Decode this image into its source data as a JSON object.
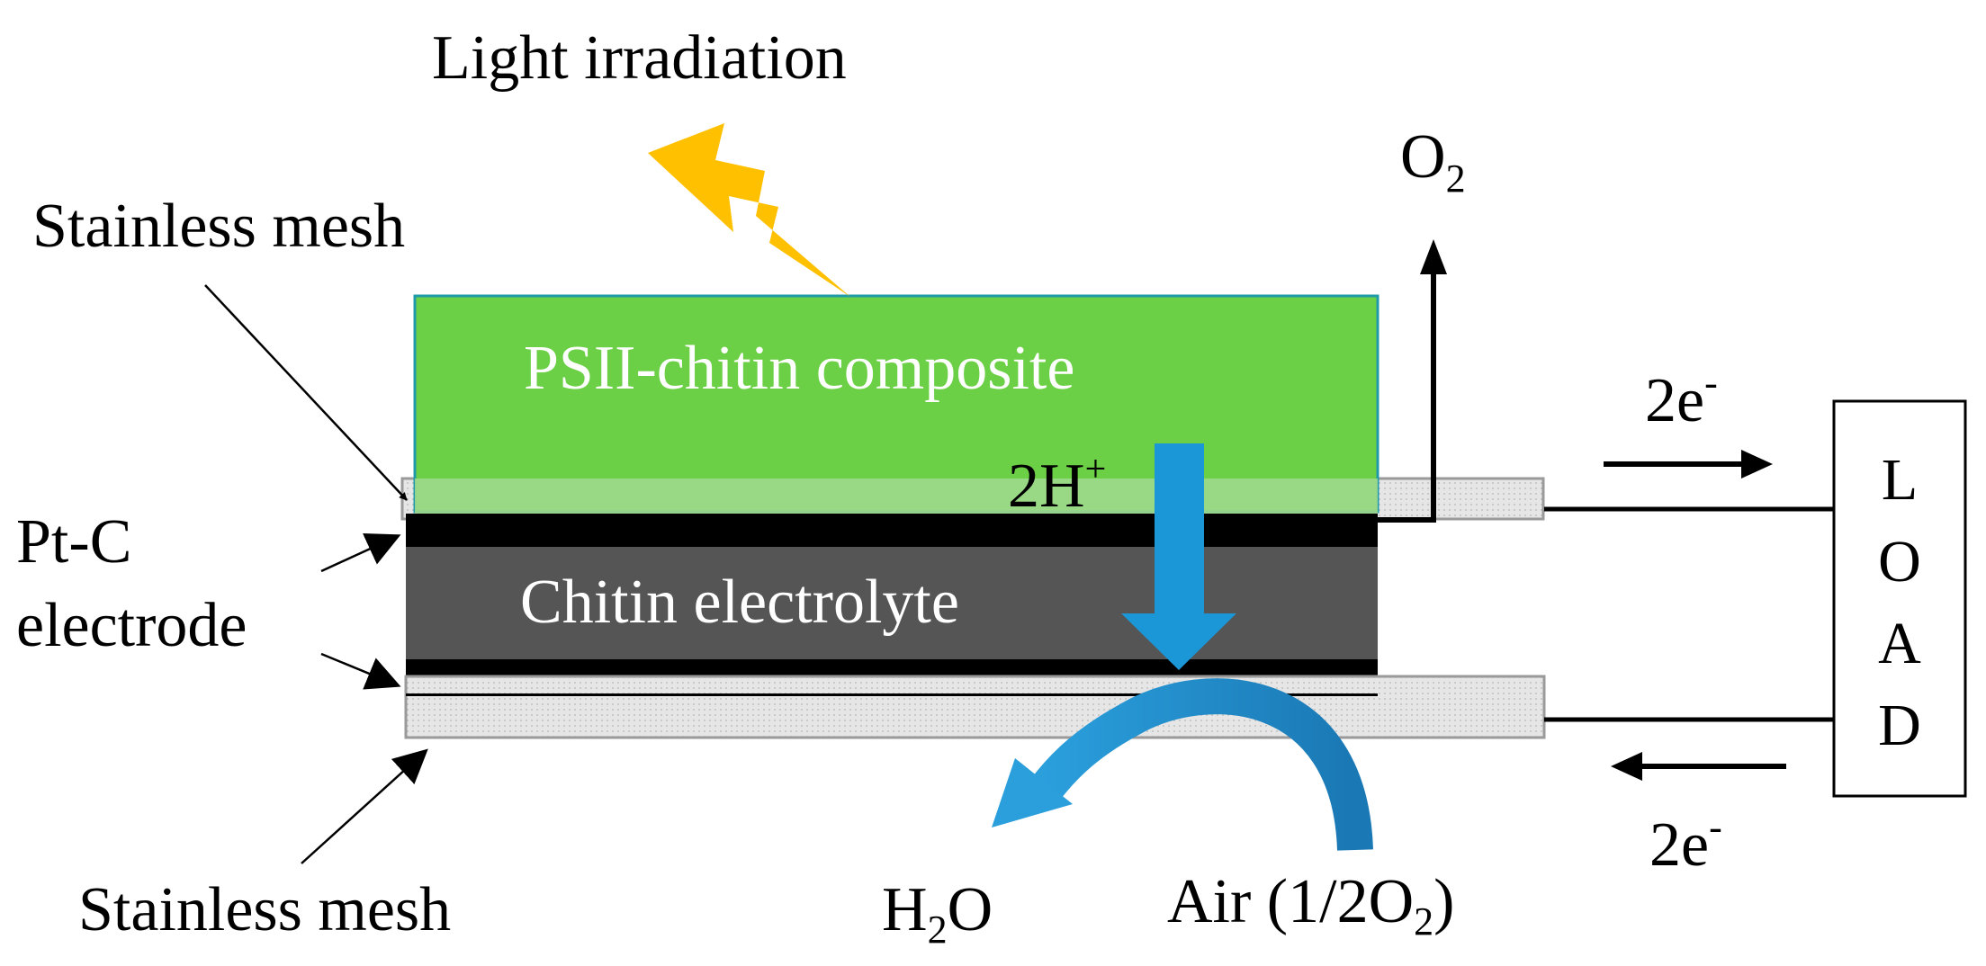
{
  "labels": {
    "light": "Light irradiation",
    "mesh_top": "Stainless mesh",
    "mesh_bottom": "Stainless mesh",
    "ptc_line1": "Pt-C",
    "ptc_line2": "electrode",
    "psii": "PSII-chitin composite",
    "electrolyte": "Chitin electrolyte",
    "proton_base": "2H",
    "proton_sup": "+",
    "oxygen_base": "O",
    "oxygen_sub": "2",
    "e_top_base": "2e",
    "e_top_sup": "-",
    "e_bottom_base": "2e",
    "e_bottom_sup": "-",
    "water_h": "H",
    "water_sub": "2",
    "water_o": "O",
    "air_base": "Air (1/2O",
    "air_sub": "2",
    "air_close": ")",
    "load_letters": [
      "L",
      "O",
      "A",
      "D"
    ]
  },
  "colors": {
    "psii_fill": "#6cd046",
    "psii_border": "#1f9aa8",
    "electrode": "#000000",
    "electrolyte": "#555555",
    "mesh": "#dcdcdc",
    "flux_arrow": "#1b96d6",
    "lightning": "#ffc000"
  },
  "icons": {
    "lightning": "lightning-icon",
    "proton_flow": "down-arrow-icon",
    "air_to_water": "curved-arrow-icon"
  }
}
